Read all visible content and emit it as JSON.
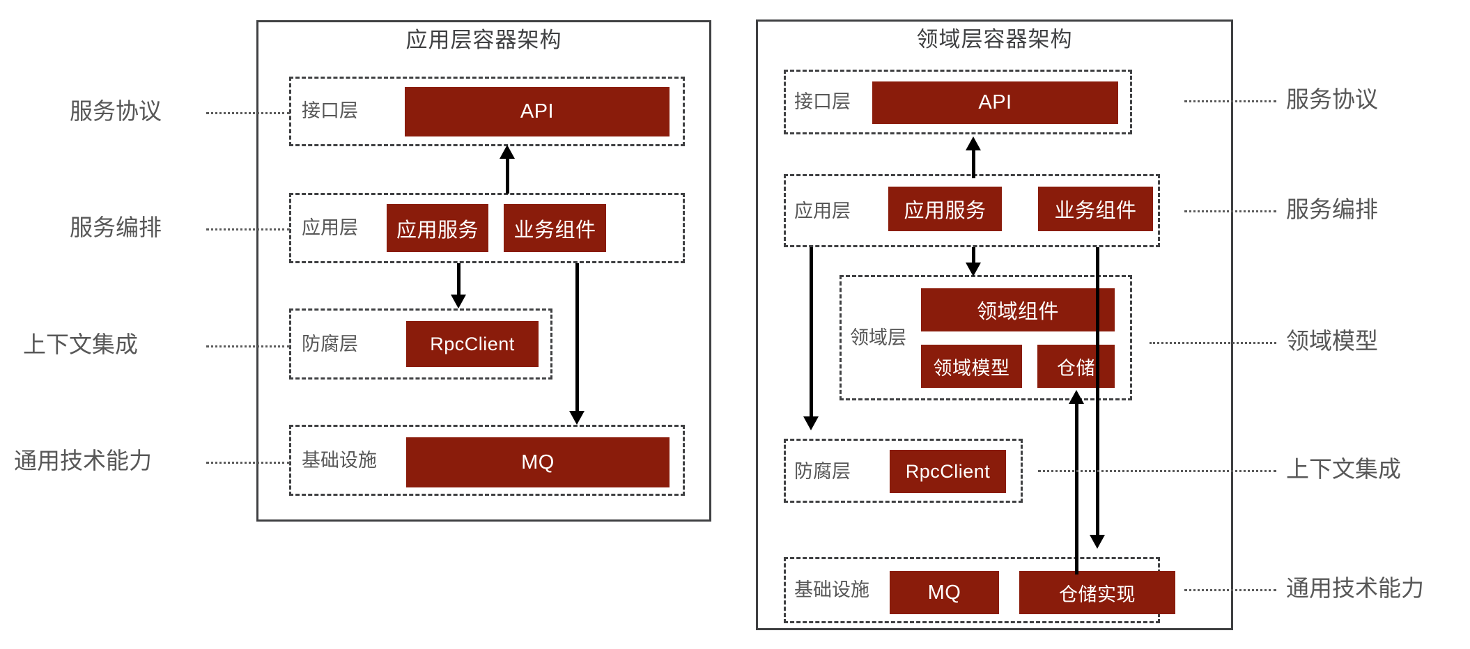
{
  "diagram": {
    "title_left": "应用层容器架构",
    "title_right": "领域层容器架构"
  },
  "left_panel": {
    "title": "应用层容器架构",
    "layers": [
      {
        "label": "接口层",
        "blocks": [
          {
            "text": "API"
          }
        ]
      },
      {
        "label": "应用层",
        "blocks": [
          {
            "text": "应用服务"
          },
          {
            "text": "业务组件"
          }
        ]
      },
      {
        "label": "防腐层",
        "blocks": [
          {
            "text": "RpcClient"
          }
        ]
      },
      {
        "label": "基础设施",
        "blocks": [
          {
            "text": "MQ"
          }
        ]
      }
    ],
    "annotations": [
      {
        "text": "服务协议"
      },
      {
        "text": "服务编排"
      },
      {
        "text": "上下文集成"
      },
      {
        "text": "通用技术能力"
      }
    ]
  },
  "right_panel": {
    "title": "领域层容器架构",
    "layers": [
      {
        "label": "接口层",
        "blocks": [
          {
            "text": "API"
          }
        ]
      },
      {
        "label": "应用层",
        "blocks": [
          {
            "text": "应用服务"
          },
          {
            "text": "业务组件"
          }
        ]
      },
      {
        "label": "领域层",
        "blocks": [
          {
            "text": "领域组件"
          },
          {
            "text": "领域模型"
          },
          {
            "text": "仓储"
          }
        ]
      },
      {
        "label": "防腐层",
        "blocks": [
          {
            "text": "RpcClient"
          }
        ]
      },
      {
        "label": "基础设施",
        "blocks": [
          {
            "text": "MQ"
          },
          {
            "text": "仓储实现"
          }
        ]
      }
    ],
    "annotations": [
      {
        "text": "服务协议"
      },
      {
        "text": "服务编排"
      },
      {
        "text": "领域模型"
      },
      {
        "text": "上下文集成"
      },
      {
        "text": "通用技术能力"
      }
    ]
  },
  "colors": {
    "block_fill": "#8a1c0b",
    "block_text": "#ffffff",
    "border": "#3f4042",
    "label_text": "#575757",
    "arrow": "#000000"
  }
}
